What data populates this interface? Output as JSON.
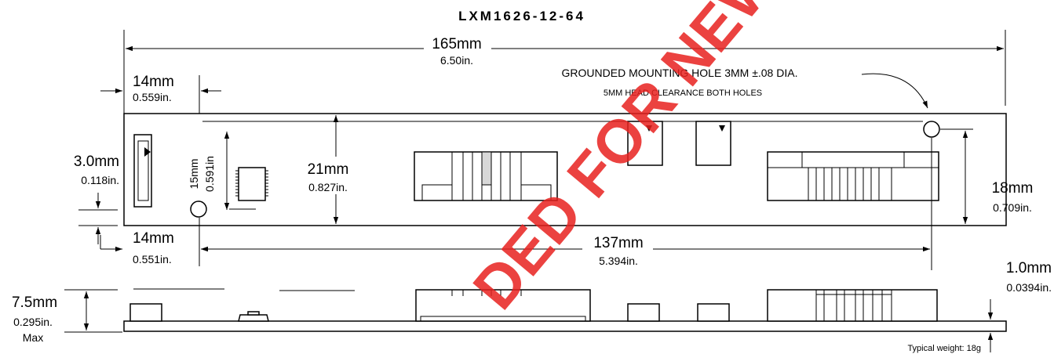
{
  "title": "LXM1626-12-64",
  "watermark": "DED FOR NEW",
  "top_view": {
    "overall_length": {
      "mm": "165mm",
      "in": "6.50in."
    },
    "left_offset_top": {
      "mm": "14mm",
      "in": "0.559in."
    },
    "left_offset_bottom": {
      "mm": "14mm",
      "in": "0.551in."
    },
    "connector_pitch": {
      "mm": "3.0mm",
      "in": "0.118in."
    },
    "hole_vertical": {
      "mm": "15mm",
      "in": "0.591in"
    },
    "board_height": {
      "mm": "21mm",
      "in": "0.827in."
    },
    "hole_spacing": {
      "mm": "137mm",
      "in": "5.394in."
    },
    "right_height": {
      "mm": "18mm",
      "in": "0.709in."
    },
    "note_line1": "GROUNDED MOUNTING HOLE 3MM ±.08 DIA.",
    "note_line2": "5MM HEAD CLEARANCE BOTH HOLES"
  },
  "side_view": {
    "max_height": {
      "mm": "7.5mm",
      "in": "0.295in.",
      "suffix": "Max"
    },
    "thickness": {
      "mm": "1.0mm",
      "in": "0.0394in."
    },
    "weight": "Typical weight: 18g"
  }
}
